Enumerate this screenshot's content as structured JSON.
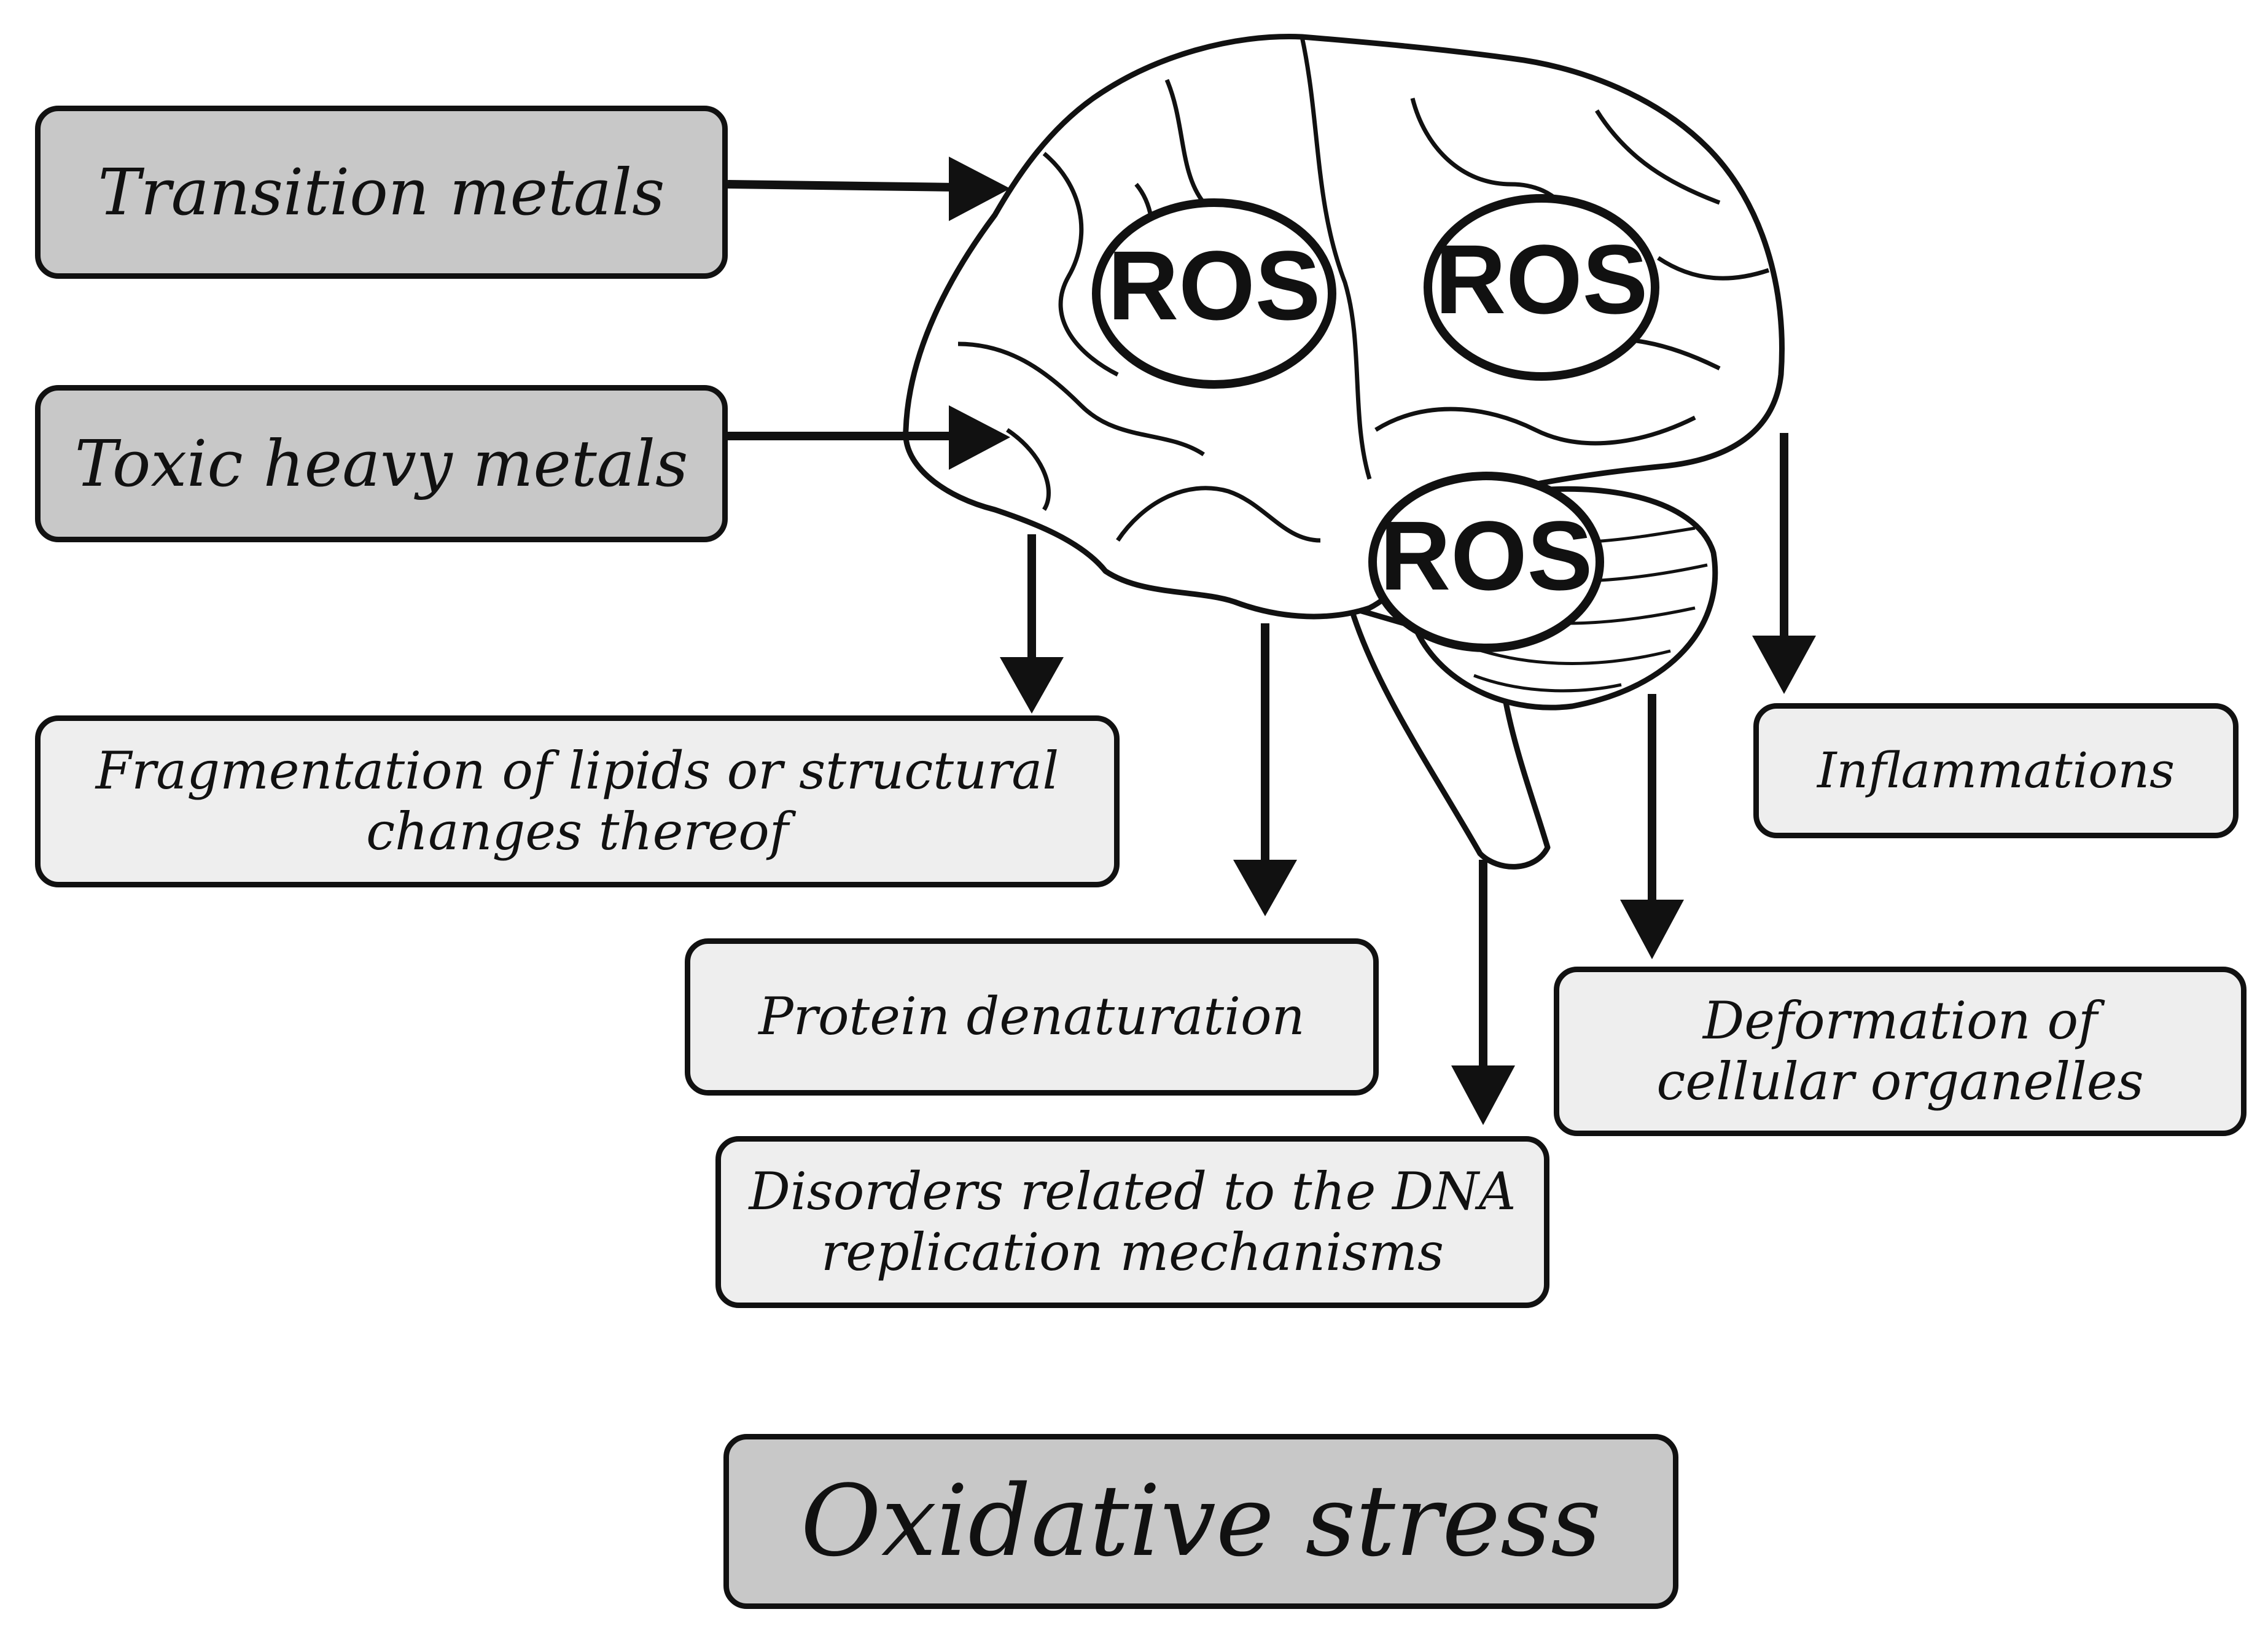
{
  "sources": {
    "transition_metals": "Transition metals",
    "toxic_heavy_metals": "Toxic heavy metals"
  },
  "ros_label": "ROS",
  "effects": {
    "fragmentation_line1": "Fragmentation of lipids or structural",
    "fragmentation_line2": "changes thereof",
    "inflammation": "Inflammations",
    "protein": "Protein denaturation",
    "deformation_line1": "Deformation of",
    "deformation_line2": "cellular organelles",
    "dna_line1": "Disorders related to the DNA",
    "dna_line2": "replication mechanisms"
  },
  "outcome": "Oxidative stress"
}
